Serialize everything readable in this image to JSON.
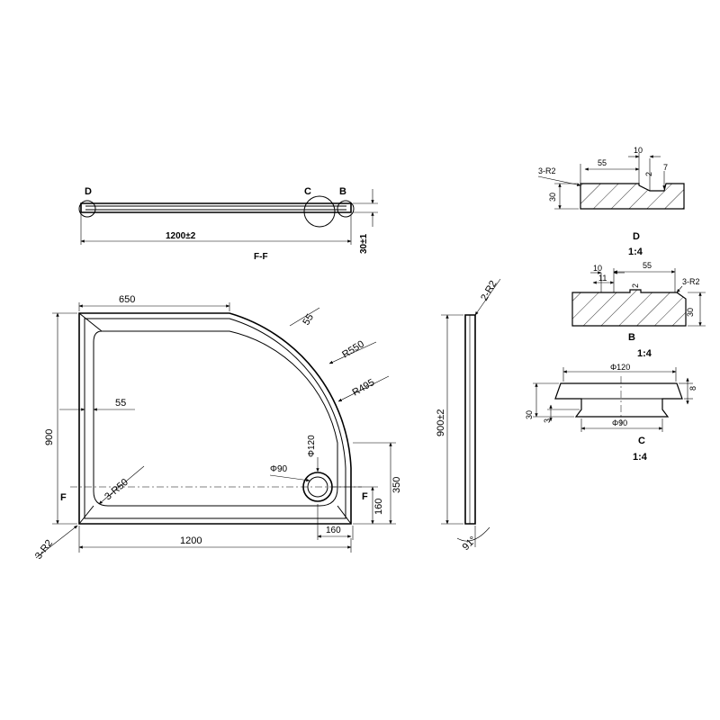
{
  "section_ff": {
    "mark_d": "D",
    "mark_c": "C",
    "mark_b": "B",
    "dim_length": "1200±2",
    "dim_height": "30±1",
    "label": "F-F"
  },
  "plan": {
    "dim_650": "650",
    "dim_55_corner": "55",
    "dim_r550": "R550",
    "dim_r495": "R495",
    "dim_900": "900",
    "dim_55_inner": "55",
    "dim_phi120": "Φ120",
    "dim_phi90": "Φ90",
    "dim_3r50": "3-R50",
    "dim_350": "350",
    "dim_160_v": "160",
    "dim_160_h": "160",
    "dim_1200": "1200",
    "dim_3r2": "3-R2",
    "cut_f_left": "F",
    "cut_f_right": "F"
  },
  "side": {
    "dim_2r2": "2-R2",
    "dim_900": "900±2",
    "dim_angle": "91°"
  },
  "detail_d": {
    "dim_10": "10",
    "dim_55": "55",
    "dim_2": "2",
    "dim_7": "7",
    "dim_3r2": "3-R2",
    "dim_30": "30",
    "label": "D",
    "scale": "1:4"
  },
  "detail_b": {
    "dim_10": "10",
    "dim_11": "11",
    "dim_2": "2",
    "dim_55": "55",
    "dim_3r2": "3-R2",
    "dim_30": "30",
    "label": "B",
    "scale": "1:4"
  },
  "detail_c": {
    "dim_phi120": "Φ120",
    "dim_8": "8",
    "dim_30": "30",
    "dim_3": "3",
    "dim_phi90": "Φ90",
    "label": "C",
    "scale": "1:4"
  }
}
